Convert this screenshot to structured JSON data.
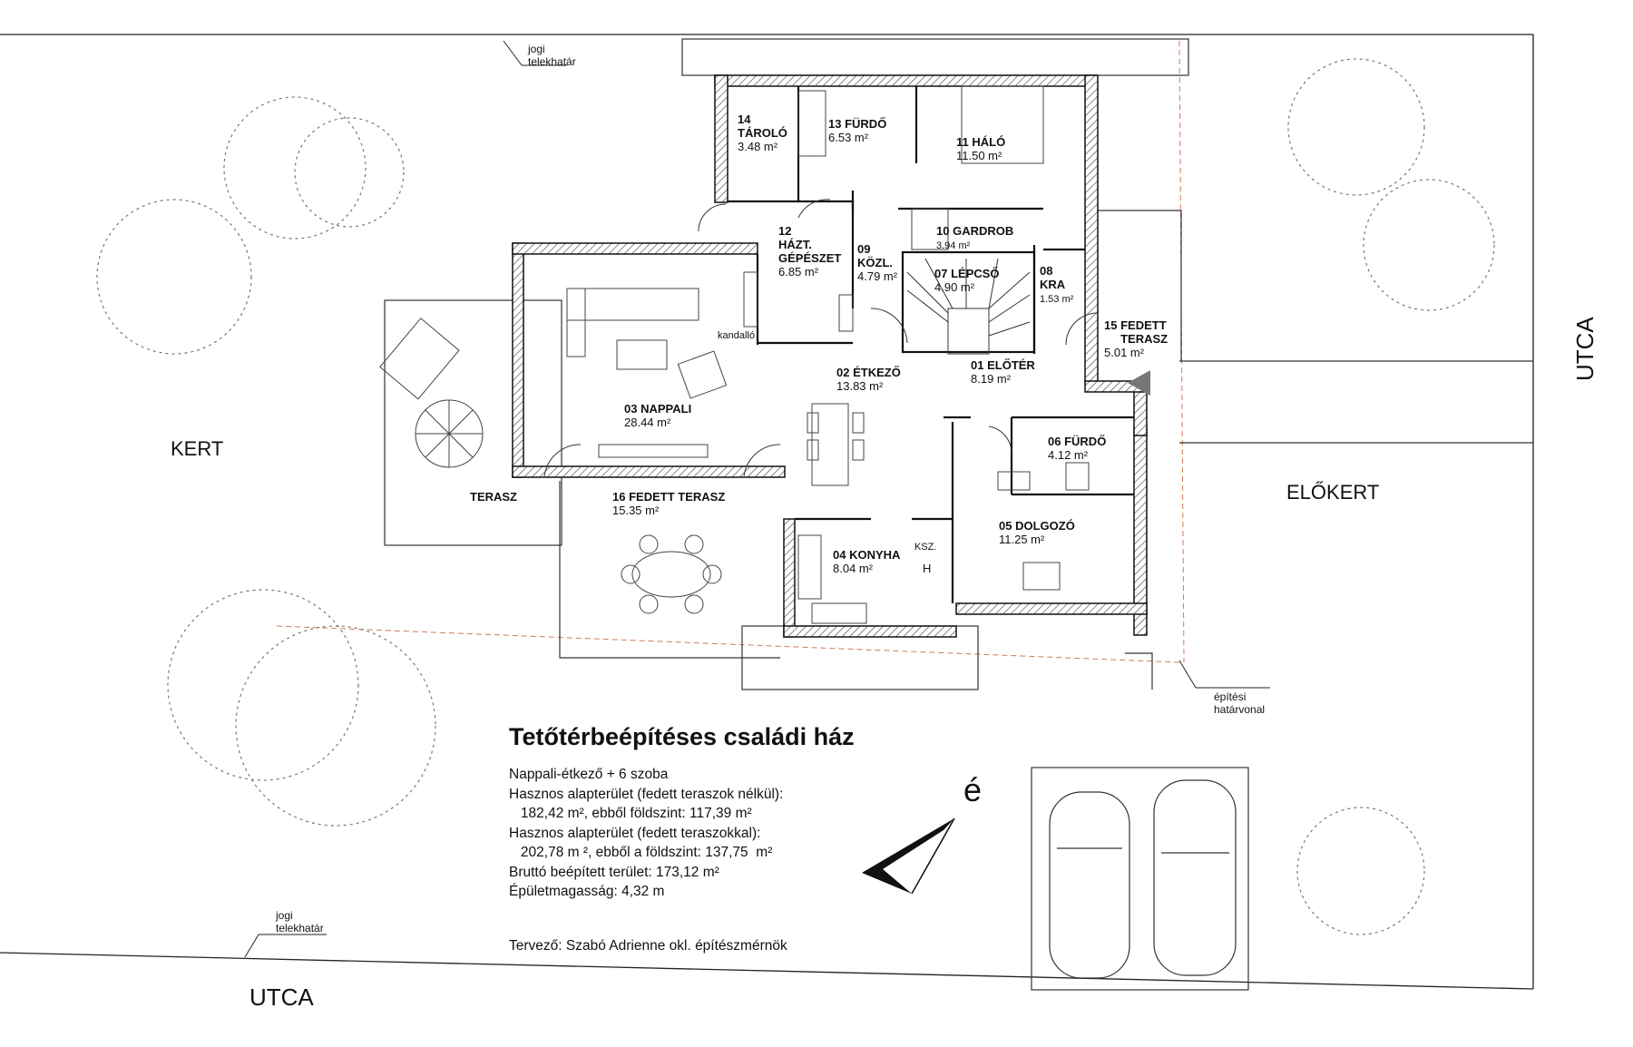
{
  "rooms": [
    {
      "num": "14",
      "name": "TÁROLÓ",
      "area": "3.48 m²"
    },
    {
      "num": "13",
      "name": "FÜRDŐ",
      "area": "6.53 m²"
    },
    {
      "num": "11",
      "name": "HÁLÓ",
      "area": "11.50 m²"
    },
    {
      "num": "12",
      "name": "HÁZT. GÉPÉSZET",
      "area": "6.85 m²"
    },
    {
      "num": "09",
      "name": "KÖZL.",
      "area": "4.79 m²"
    },
    {
      "num": "10",
      "name": "GARDROB",
      "area": "3.94 m²"
    },
    {
      "num": "07",
      "name": "LÉPCSŐ",
      "area": "4.90 m²"
    },
    {
      "num": "08",
      "name": "KRA",
      "area": "1.53 m²"
    },
    {
      "num": "15",
      "name": "FEDETT TERASZ",
      "area": "5.01 m²"
    },
    {
      "num": "01",
      "name": "ELŐTÉR",
      "area": "8.19 m²"
    },
    {
      "num": "02",
      "name": "ÉTKEZŐ",
      "area": "13.83 m²"
    },
    {
      "num": "03",
      "name": "NAPPALI",
      "area": "28.44 m²"
    },
    {
      "num": "06",
      "name": "FÜRDŐ",
      "area": "4.12 m²"
    },
    {
      "num": "16",
      "name": "FEDETT TERASZ",
      "area": "15.35 m²"
    },
    {
      "num": "05",
      "name": "DOLGOZÓ",
      "area": "11.25 m²"
    },
    {
      "num": "04",
      "name": "KONYHA",
      "area": "8.04 m²"
    }
  ],
  "site_labels": {
    "kert": "KERT",
    "elokert": "ELŐKERT",
    "utca_bottom": "UTCA",
    "utca_right": "UTCA",
    "terasz": "TERASZ",
    "kandallo": "kandalló",
    "ksz": "KSZ.",
    "h": "H",
    "jogi_top_1": "jogi",
    "jogi_top_2": "telekhatár",
    "jogi_bottom_1": "jogi",
    "jogi_bottom_2": "telekhatár",
    "epitesi_1": "építési",
    "epitesi_2": "határvonal",
    "north": "é"
  },
  "info": {
    "title": "Tetőtérbeépítéses családi ház",
    "lines": [
      "Nappali-étkező + 6 szoba",
      "Hasznos alapterület (fedett teraszok nélkül):",
      "   182,42 m², ebből földszint: 117,39 m²",
      "Hasznos alapterület (fedett teraszokkal):",
      "   202,78 m ², ebből a földszint: 137,75  m²",
      "Bruttó beépített terület: 173,12 m²",
      "Épületmagasság: 4,32 m"
    ],
    "designer": "Tervező:  Szabó Adrienne  okl. építészmérnök"
  }
}
